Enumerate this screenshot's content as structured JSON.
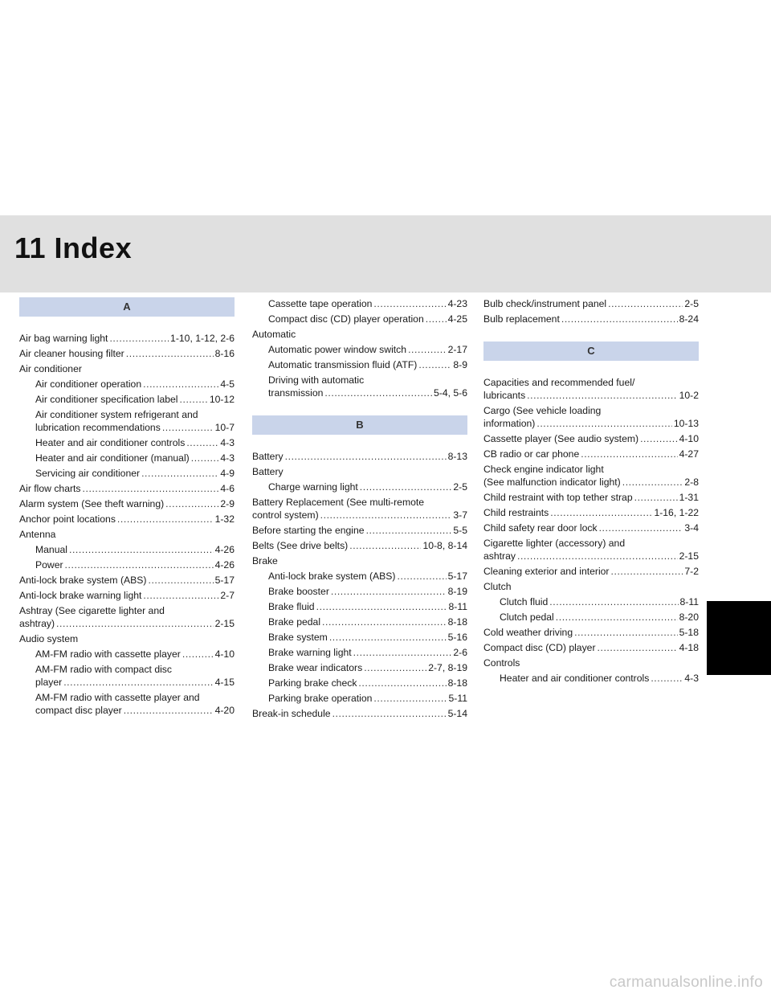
{
  "chapter": {
    "title": "11 Index"
  },
  "columns": [
    [
      {
        "letter": "A",
        "entries": [
          {
            "lines": [
              "Air bag warning light"
            ],
            "page": "1-10, 1-12, 2-6"
          },
          {
            "lines": [
              "Air cleaner housing filter"
            ],
            "page": "8-16"
          },
          {
            "lines": [
              "Air conditioner"
            ]
          },
          {
            "sub": true,
            "lines": [
              "Air conditioner operation"
            ],
            "page": "4-5"
          },
          {
            "sub": true,
            "lines": [
              "Air conditioner specification label"
            ],
            "page": "10-12"
          },
          {
            "sub": true,
            "lines": [
              "Air conditioner system refrigerant and",
              "lubrication recommendations"
            ],
            "page": "10-7"
          },
          {
            "sub": true,
            "lines": [
              "Heater and air conditioner controls"
            ],
            "page": "4-3"
          },
          {
            "sub": true,
            "lines": [
              "Heater and air conditioner (manual)"
            ],
            "page": "4-3"
          },
          {
            "sub": true,
            "lines": [
              "Servicing air conditioner"
            ],
            "page": "4-9"
          },
          {
            "lines": [
              "Air flow charts"
            ],
            "page": "4-6"
          },
          {
            "lines": [
              "Alarm system (See theft warning)"
            ],
            "page": "2-9"
          },
          {
            "lines": [
              "Anchor point locations"
            ],
            "page": "1-32"
          },
          {
            "lines": [
              "Antenna"
            ]
          },
          {
            "sub": true,
            "lines": [
              "Manual"
            ],
            "page": "4-26"
          },
          {
            "sub": true,
            "lines": [
              "Power"
            ],
            "page": "4-26"
          },
          {
            "lines": [
              "Anti-lock brake system (ABS)"
            ],
            "page": "5-17"
          },
          {
            "lines": [
              "Anti-lock brake warning light"
            ],
            "page": "2-7"
          },
          {
            "lines": [
              "Ashtray (See cigarette lighter and",
              "ashtray)"
            ],
            "page": "2-15"
          },
          {
            "lines": [
              "Audio system"
            ]
          },
          {
            "sub": true,
            "lines": [
              "AM-FM radio with cassette player"
            ],
            "page": "4-10"
          },
          {
            "sub": true,
            "lines": [
              "AM-FM radio with compact disc",
              "player"
            ],
            "page": "4-15"
          },
          {
            "sub": true,
            "lines": [
              "AM-FM radio with cassette player and",
              "compact disc player"
            ],
            "page": "4-20"
          }
        ]
      }
    ],
    [
      {
        "entries": [
          {
            "sub": true,
            "lines": [
              "Cassette tape operation"
            ],
            "page": "4-23"
          },
          {
            "sub": true,
            "lines": [
              "Compact disc (CD) player operation"
            ],
            "page": "4-25"
          },
          {
            "lines": [
              "Automatic"
            ]
          },
          {
            "sub": true,
            "lines": [
              "Automatic power window switch"
            ],
            "page": "2-17"
          },
          {
            "sub": true,
            "lines": [
              "Automatic transmission fluid (ATF)"
            ],
            "page": "8-9"
          },
          {
            "sub": true,
            "lines": [
              "Driving with automatic",
              "transmission"
            ],
            "page": "5-4, 5-6"
          }
        ]
      },
      {
        "letter": "B",
        "entries": [
          {
            "lines": [
              "Battery"
            ],
            "page": "8-13"
          },
          {
            "lines": [
              "Battery"
            ]
          },
          {
            "sub": true,
            "lines": [
              "Charge warning light"
            ],
            "page": "2-5"
          },
          {
            "lines": [
              "Battery Replacement (See multi-remote",
              "control system)"
            ],
            "page": "3-7"
          },
          {
            "lines": [
              "Before starting the engine"
            ],
            "page": "5-5"
          },
          {
            "lines": [
              "Belts (See drive belts)"
            ],
            "page": "10-8, 8-14"
          },
          {
            "lines": [
              "Brake"
            ]
          },
          {
            "sub": true,
            "lines": [
              "Anti-lock brake system (ABS)"
            ],
            "page": "5-17"
          },
          {
            "sub": true,
            "lines": [
              "Brake booster"
            ],
            "page": "8-19"
          },
          {
            "sub": true,
            "lines": [
              "Brake fluid"
            ],
            "page": "8-11"
          },
          {
            "sub": true,
            "lines": [
              "Brake pedal"
            ],
            "page": "8-18"
          },
          {
            "sub": true,
            "lines": [
              "Brake system"
            ],
            "page": "5-16"
          },
          {
            "sub": true,
            "lines": [
              "Brake warning light"
            ],
            "page": "2-6"
          },
          {
            "sub": true,
            "lines": [
              "Brake wear indicators"
            ],
            "page": "2-7, 8-19"
          },
          {
            "sub": true,
            "lines": [
              "Parking brake check"
            ],
            "page": "8-18"
          },
          {
            "sub": true,
            "lines": [
              "Parking brake operation"
            ],
            "page": "5-11"
          },
          {
            "lines": [
              "Break-in schedule"
            ],
            "page": "5-14"
          }
        ]
      }
    ],
    [
      {
        "entries": [
          {
            "lines": [
              "Bulb check/instrument panel"
            ],
            "page": "2-5"
          },
          {
            "lines": [
              "Bulb replacement"
            ],
            "page": "8-24"
          }
        ]
      },
      {
        "letter": "C",
        "entries": [
          {
            "lines": [
              "Capacities and recommended fuel/",
              "lubricants"
            ],
            "page": "10-2"
          },
          {
            "lines": [
              "Cargo (See vehicle loading",
              "information)"
            ],
            "page": "10-13"
          },
          {
            "lines": [
              "Cassette player (See audio system)"
            ],
            "page": "4-10"
          },
          {
            "lines": [
              "CB radio or car phone"
            ],
            "page": "4-27"
          },
          {
            "lines": [
              "Check engine indicator light",
              "(See malfunction indicator light)"
            ],
            "page": "2-8"
          },
          {
            "lines": [
              "Child restraint with top tether strap"
            ],
            "page": "1-31"
          },
          {
            "lines": [
              "Child restraints"
            ],
            "page": "1-16, 1-22"
          },
          {
            "lines": [
              "Child safety rear door lock"
            ],
            "page": "3-4"
          },
          {
            "lines": [
              "Cigarette lighter (accessory) and",
              "ashtray"
            ],
            "page": "2-15"
          },
          {
            "lines": [
              "Cleaning exterior and interior"
            ],
            "page": "7-2"
          },
          {
            "lines": [
              "Clutch"
            ]
          },
          {
            "sub": true,
            "lines": [
              "Clutch fluid"
            ],
            "page": "8-11"
          },
          {
            "sub": true,
            "lines": [
              "Clutch pedal"
            ],
            "page": "8-20"
          },
          {
            "lines": [
              "Cold weather driving"
            ],
            "page": "5-18"
          },
          {
            "lines": [
              "Compact disc (CD) player"
            ],
            "page": "4-18"
          },
          {
            "lines": [
              "Controls"
            ]
          },
          {
            "sub": true,
            "lines": [
              "Heater and air conditioner controls"
            ],
            "page": "4-3"
          }
        ]
      }
    ]
  ],
  "watermark": "carmanualsonline.info"
}
